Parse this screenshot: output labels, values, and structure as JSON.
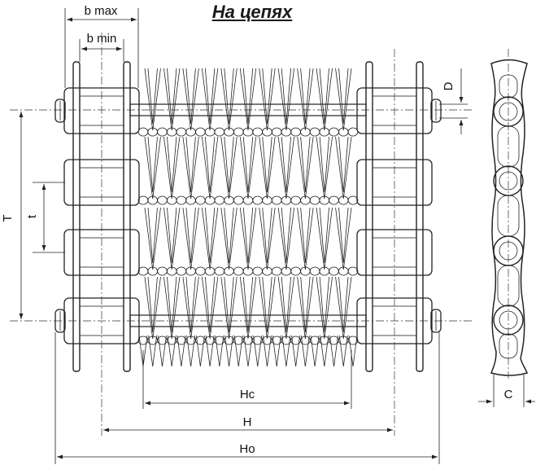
{
  "title": "На цепях",
  "labels": {
    "b_max": "b max",
    "b_min": "b min",
    "D": "D",
    "T": "T",
    "t": "t",
    "Hc": "Hc",
    "H": "H",
    "Ho": "Ho",
    "C": "C"
  },
  "colors": {
    "ink": "#222222",
    "background": "#ffffff"
  }
}
